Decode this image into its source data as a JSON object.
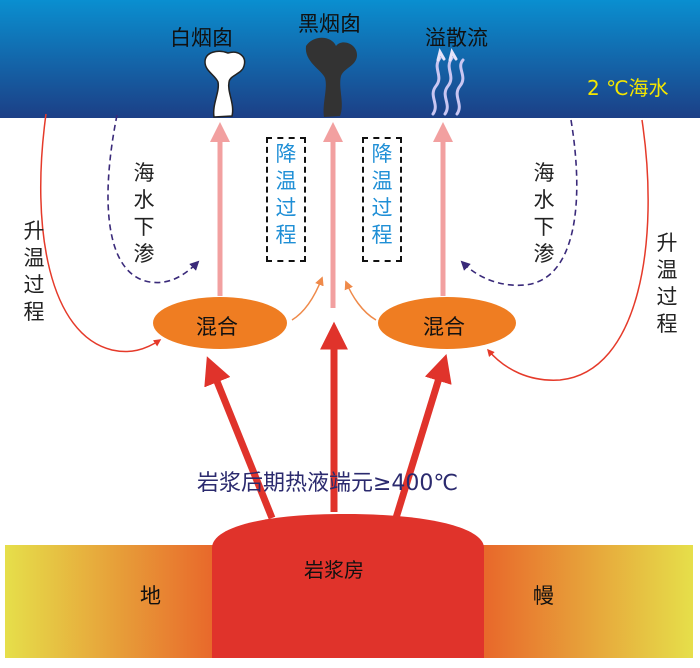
{
  "ocean": {
    "label": "2 ℃海水",
    "colors": {
      "top": "#0a8fd0",
      "bottom": "#1c3f86",
      "label": "#f3e600"
    }
  },
  "vents": {
    "white_smoker": "白烟囱",
    "black_smoker": "黑烟囱",
    "diffuse_flow": "溢散流"
  },
  "process": {
    "cooling_left": "降温过程",
    "cooling_right": "降温过程",
    "seawater_left": "海水下渗",
    "seawater_right": "海水下渗",
    "heating_left": "升温过程",
    "heating_right": "升温过程"
  },
  "mixing": {
    "left": "混合",
    "right": "混合",
    "color": "#ef7d22"
  },
  "fluid_label": "岩浆后期热液端元≥400℃",
  "chamber": {
    "label": "岩浆房",
    "color": "#e0332b"
  },
  "mantle": {
    "left": "地",
    "right": "幔",
    "colors": {
      "edge": "#e6df4a",
      "mid": "#e8692b"
    }
  }
}
